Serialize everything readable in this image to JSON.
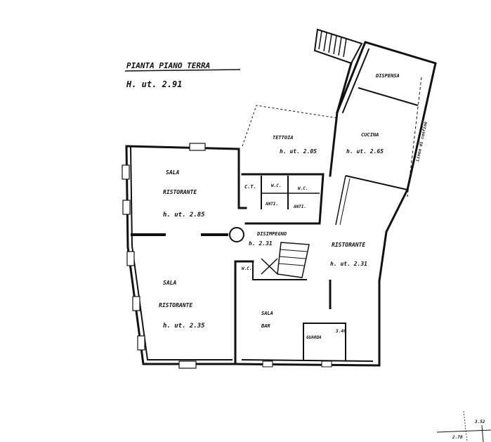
{
  "title": {
    "heading": "PIANTA PIANO TERRA",
    "height": "H. ut. 2.91"
  },
  "rooms": {
    "sala_ristorante_1": {
      "line1": "SALA",
      "line2": "RISTORANTE",
      "height": "h. ut. 2.85"
    },
    "sala_ristorante_2": {
      "line1": "SALA",
      "line2": "RISTORANTE",
      "height": "h. ut. 2.35"
    },
    "tettoia": {
      "name": "TETTOIA",
      "height": "h. ut. 2.05"
    },
    "cucina": {
      "name": "CUCINA",
      "height": "h. ut. 2.65"
    },
    "dispensa": {
      "name": "DISPENSA"
    },
    "ct": {
      "name": "C.T."
    },
    "wc1": {
      "name": "W.C."
    },
    "wc2": {
      "name": "W.C."
    },
    "wc3": {
      "name": "W.C."
    },
    "anti1": {
      "name": "ANTI."
    },
    "anti2": {
      "name": "ANTI."
    },
    "disimpegno": {
      "name": "DISIMPEGNO",
      "height": "h. 2.31"
    },
    "ristorante": {
      "name": "RISTORANTE",
      "height": "h. ut. 2.31"
    },
    "sala_bar": {
      "line1": "SALA",
      "line2": "BAR"
    },
    "guardaroba": {
      "name": "GUARDA",
      "extra": "3.46"
    }
  },
  "side_note": "Linea di confine",
  "corner_marks": {
    "a": "3.52",
    "b": "2.78"
  }
}
